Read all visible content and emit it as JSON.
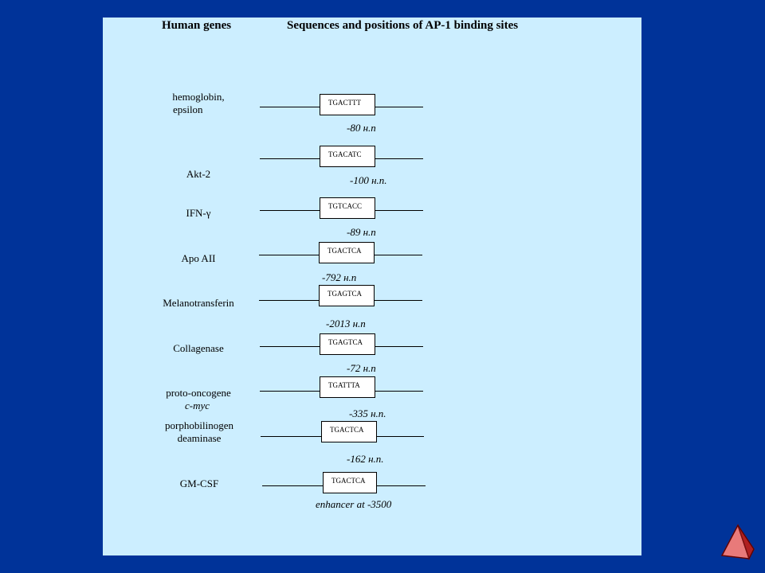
{
  "headers": {
    "genes": "Human genes",
    "sites": "Sequences and positions of AP-1 binding sites"
  },
  "rows": [
    {
      "gene_lines": [
        "hemoglobin,",
        "epsilon"
      ],
      "sequence": "TGACTTT",
      "position": "-80 н.п"
    },
    {
      "gene_lines": [
        "Akt-2"
      ],
      "sequence": "TGACATC",
      "position": "-100 н.п."
    },
    {
      "gene_lines": [
        "IFN-γ"
      ],
      "sequence": "TGTCACC",
      "position": "-89 н.п"
    },
    {
      "gene_lines": [
        "Apo AII"
      ],
      "sequence": "TGACTCA",
      "position": "-792  н.п"
    },
    {
      "gene_lines": [
        "Melanotransferin"
      ],
      "sequence": "TGAGTCA",
      "position": "-2013  н.п"
    },
    {
      "gene_lines": [
        "Collagenase"
      ],
      "sequence": "TGAGTCA",
      "position": "-72 н.п"
    },
    {
      "gene_lines": [
        "proto-oncogene"
      ],
      "gene_italic": "c-myc",
      "sequence": "TGATTTA",
      "position": "-335 н.п."
    },
    {
      "gene_lines": [
        "porphobilinogen",
        "deaminase"
      ],
      "sequence": "TGACTCA",
      "position": "-162 н.п."
    },
    {
      "gene_lines": [
        "GM-CSF"
      ],
      "sequence": "TGACTCA",
      "position": "enhancer at -3500"
    }
  ],
  "colors": {
    "background": "#003399",
    "panel": "#cceeff"
  },
  "nav": {
    "icon": "pyramid-nav-icon"
  }
}
